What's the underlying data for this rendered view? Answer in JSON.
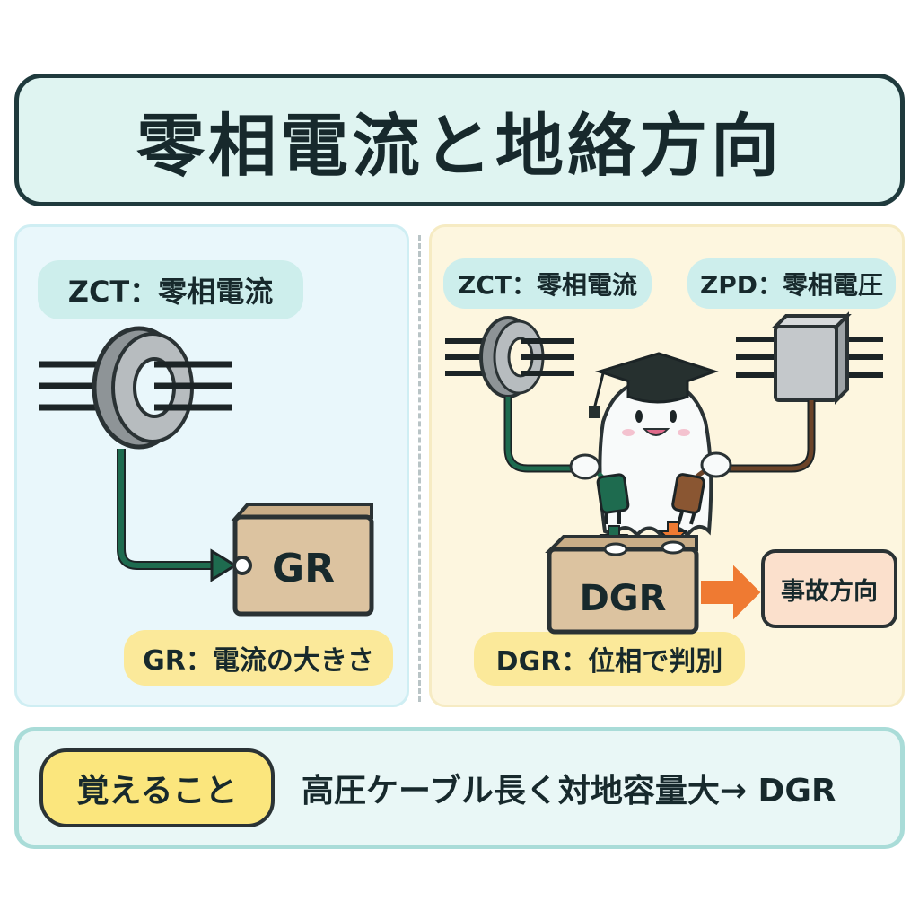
{
  "title": "零相電流と地絡方向",
  "left_panel": {
    "zct_label": "ZCT：零相電流",
    "relay_label": "GR",
    "caption": "GR：電流の大きさ"
  },
  "right_panel": {
    "zct_label": "ZCT：零相電流",
    "zpd_label": "ZPD：零相電圧",
    "relay_label": "DGR",
    "output_label": "事故方向",
    "caption": "DGR：位相で判別"
  },
  "memo": {
    "badge": "覚えること",
    "text": "高圧ケーブル長く対地容量大→ DGR"
  },
  "colors": {
    "green_wire": "#1e6b4f",
    "brown_wire": "#6b4328",
    "orange_arrow": "#ef7a32",
    "box_fill": "#dcc3a0"
  }
}
